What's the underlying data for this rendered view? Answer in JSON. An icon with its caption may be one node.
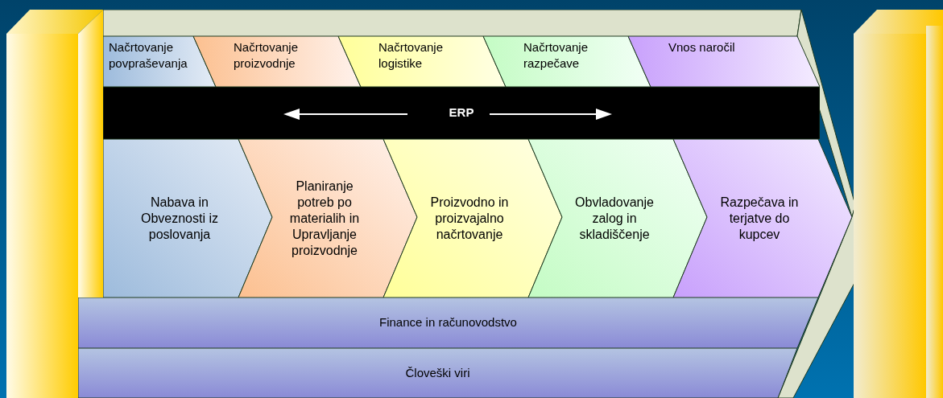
{
  "diagram": {
    "nodes": [
      {
        "text": [
          "Načrtovanje povpraševanja"
        ]
      },
      {
        "text": [
          "Načrtovanje proizvodnje"
        ]
      },
      {
        "text": [
          "Načrtovanje logistike"
        ]
      },
      {
        "text": [
          "Načrtovanje razpečave"
        ]
      },
      {
        "text": [
          "Vnos naročil"
        ]
      },
      {
        "text": [
          "ERP"
        ]
      },
      {
        "text": [
          "Nabava in Obveznosti iz poslovanja"
        ]
      },
      {
        "text": [
          "Planiranje potreb po materialih in Upravljanje proizvodnje"
        ]
      },
      {
        "text": [
          "Proizvodno in proizvajalno načrtovanje"
        ]
      },
      {
        "text": [
          "Obvladovanje zalog in skladiščenje"
        ]
      },
      {
        "text": [
          "Razpečava in terjatve do kupcev"
        ]
      },
      {
        "text": [
          "Finance in računovodstvo"
        ]
      },
      {
        "text": [
          "Človeški viri"
        ]
      }
    ]
  }
}
